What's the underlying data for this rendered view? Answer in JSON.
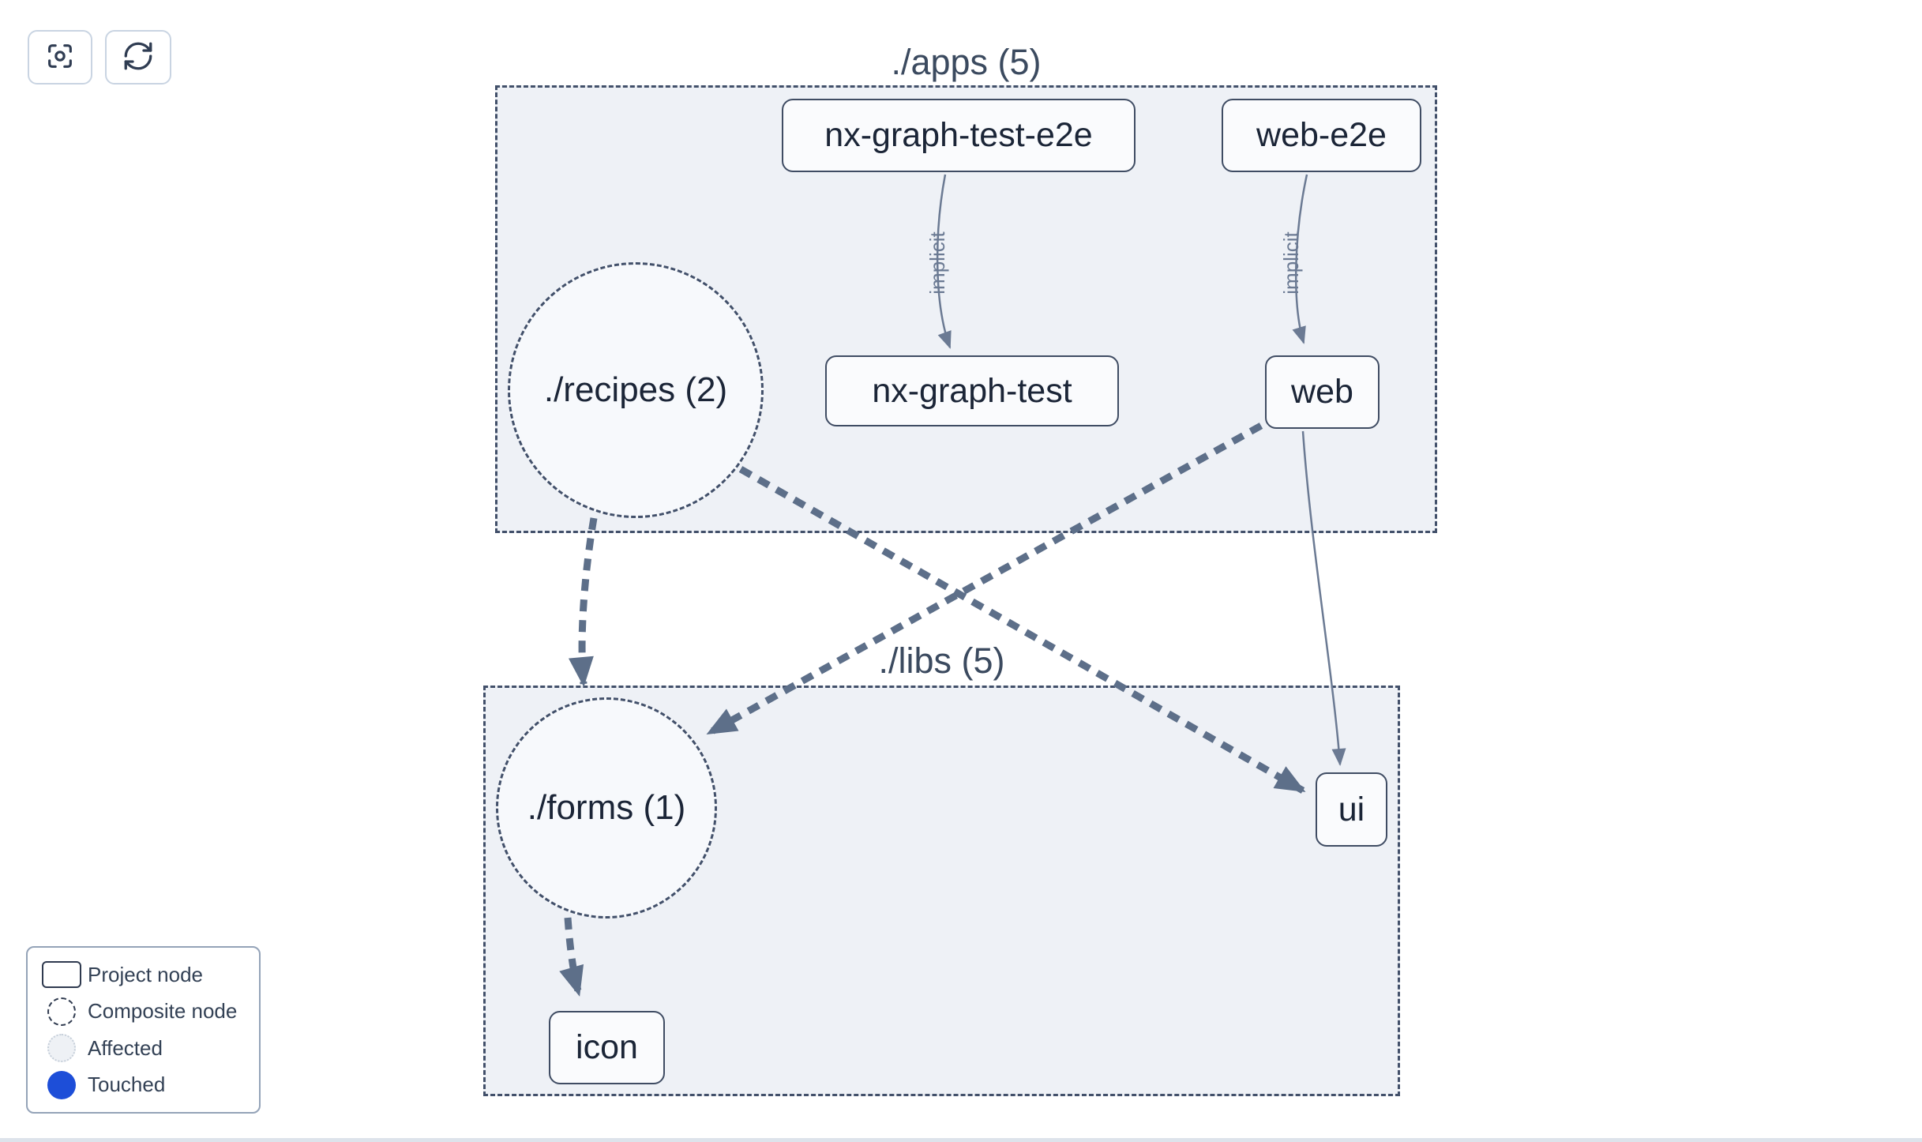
{
  "toolbar": {
    "focus_button": {
      "icon": "scan-focus-icon"
    },
    "refresh_button": {
      "icon": "refresh-icon"
    }
  },
  "graph": {
    "groups": [
      {
        "id": "apps",
        "label": "./apps (5)"
      },
      {
        "id": "libs",
        "label": "./libs (5)"
      }
    ],
    "composite_nodes": [
      {
        "id": "recipes",
        "label": "./recipes (2)",
        "group": "apps"
      },
      {
        "id": "forms",
        "label": "./forms (1)",
        "group": "libs"
      }
    ],
    "project_nodes": [
      {
        "id": "nx-graph-test-e2e",
        "label": "nx-graph-test-e2e",
        "group": "apps"
      },
      {
        "id": "web-e2e",
        "label": "web-e2e",
        "group": "apps"
      },
      {
        "id": "nx-graph-test",
        "label": "nx-graph-test",
        "group": "apps"
      },
      {
        "id": "web",
        "label": "web",
        "group": "apps"
      },
      {
        "id": "ui",
        "label": "ui",
        "group": "libs"
      },
      {
        "id": "icon",
        "label": "icon",
        "group": "libs"
      }
    ],
    "edges": [
      {
        "from": "nx-graph-test-e2e",
        "to": "nx-graph-test",
        "type": "implicit",
        "label": "implicit"
      },
      {
        "from": "web-e2e",
        "to": "web",
        "type": "implicit",
        "label": "implicit"
      },
      {
        "from": "web",
        "to": "ui",
        "type": "static",
        "label": ""
      },
      {
        "from": "recipes",
        "to": "forms",
        "type": "dependency",
        "label": ""
      },
      {
        "from": "recipes",
        "to": "ui",
        "type": "dependency",
        "label": ""
      },
      {
        "from": "web",
        "to": "forms",
        "type": "dependency",
        "label": ""
      },
      {
        "from": "forms",
        "to": "icon",
        "type": "dependency",
        "label": ""
      }
    ]
  },
  "legend": {
    "items": [
      {
        "label": "Project node",
        "swatch": "project-rect"
      },
      {
        "label": "Composite node",
        "swatch": "dashed-circle"
      },
      {
        "label": "Affected",
        "swatch": "affected-circle"
      },
      {
        "label": "Touched",
        "swatch": "touched-circle"
      }
    ]
  },
  "colors": {
    "group_fill": "#eef1f6",
    "edge_thin": "#6b7a93",
    "edge_thick": "#5d6f89",
    "node_border": "#3f4c63",
    "text_dark": "#1b2537",
    "touched_blue": "#1d4ed8"
  }
}
